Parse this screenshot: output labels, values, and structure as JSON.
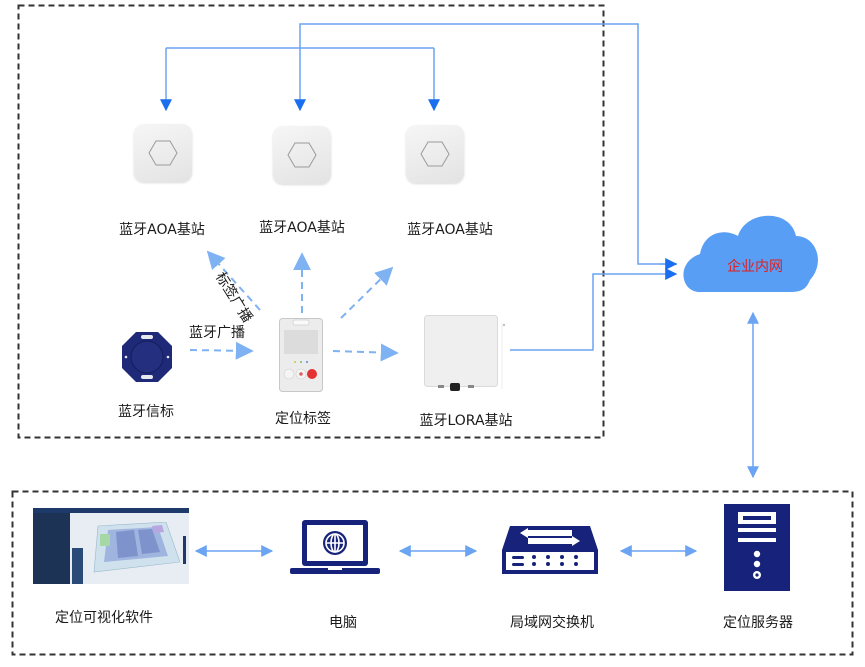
{
  "diagram": {
    "title": "",
    "zones": [
      {
        "id": "field-zone",
        "style": "dashed",
        "contains": [
          "aoa-1",
          "aoa-2",
          "aoa-3",
          "beacon",
          "tag",
          "lora"
        ]
      },
      {
        "id": "server-zone",
        "style": "dashed",
        "contains": [
          "software",
          "pc",
          "switch",
          "server"
        ]
      }
    ],
    "nodes": {
      "aoa_1": {
        "label": "蓝牙AOA基站",
        "icon": "aoa-base-station-icon"
      },
      "aoa_2": {
        "label": "蓝牙AOA基站",
        "icon": "aoa-base-station-icon"
      },
      "aoa_3": {
        "label": "蓝牙AOA基站",
        "icon": "aoa-base-station-icon"
      },
      "beacon": {
        "label": "蓝牙信标",
        "icon": "bluetooth-beacon-icon"
      },
      "tag": {
        "label": "定位标签",
        "icon": "positioning-tag-icon"
      },
      "lora": {
        "label": "蓝牙LORA基站",
        "icon": "lora-base-station-icon"
      },
      "cloud": {
        "label": "企业内网",
        "icon": "cloud-icon"
      },
      "software": {
        "label": "定位可视化软件",
        "icon": "software-screenshot"
      },
      "pc": {
        "label": "电脑",
        "icon": "laptop-globe-icon"
      },
      "switch": {
        "label": "局域网交换机",
        "icon": "network-switch-icon"
      },
      "server": {
        "label": "定位服务器",
        "icon": "server-icon"
      }
    },
    "edge_labels": {
      "tag_broadcast": "标签广播",
      "bt_broadcast": "蓝牙广播"
    },
    "edges": [
      {
        "from": "cloud",
        "to": "aoa_1",
        "style": "solid",
        "arrow": "end"
      },
      {
        "from": "cloud",
        "to": "aoa_2",
        "style": "solid",
        "arrow": "end"
      },
      {
        "from": "cloud",
        "to": "aoa_3",
        "style": "solid",
        "arrow": "end"
      },
      {
        "from": "lora",
        "to": "cloud",
        "style": "solid",
        "arrow": "end"
      },
      {
        "from": "beacon",
        "to": "tag",
        "style": "dashed",
        "arrow": "end",
        "label": "蓝牙广播"
      },
      {
        "from": "tag",
        "to": "aoa_1",
        "style": "dashed",
        "arrow": "end",
        "label": "标签广播"
      },
      {
        "from": "tag",
        "to": "aoa_2",
        "style": "dashed",
        "arrow": "end"
      },
      {
        "from": "tag",
        "to": "aoa_3",
        "style": "dashed",
        "arrow": "end"
      },
      {
        "from": "tag",
        "to": "lora",
        "style": "dashed",
        "arrow": "end"
      },
      {
        "from": "cloud",
        "to": "server",
        "style": "solid",
        "arrow": "both"
      },
      {
        "from": "software",
        "to": "pc",
        "style": "solid",
        "arrow": "both"
      },
      {
        "from": "pc",
        "to": "switch",
        "style": "solid",
        "arrow": "both"
      },
      {
        "from": "switch",
        "to": "server",
        "style": "solid",
        "arrow": "both"
      }
    ],
    "colors": {
      "line": "#5b9bf0",
      "arrow": "#1a6ff0",
      "dashed_signal": "#7fb2f2",
      "cloud": "#589ef5",
      "cloud_text": "#e02020",
      "device_navy": "#17237a",
      "zone_border": "#333333"
    }
  }
}
